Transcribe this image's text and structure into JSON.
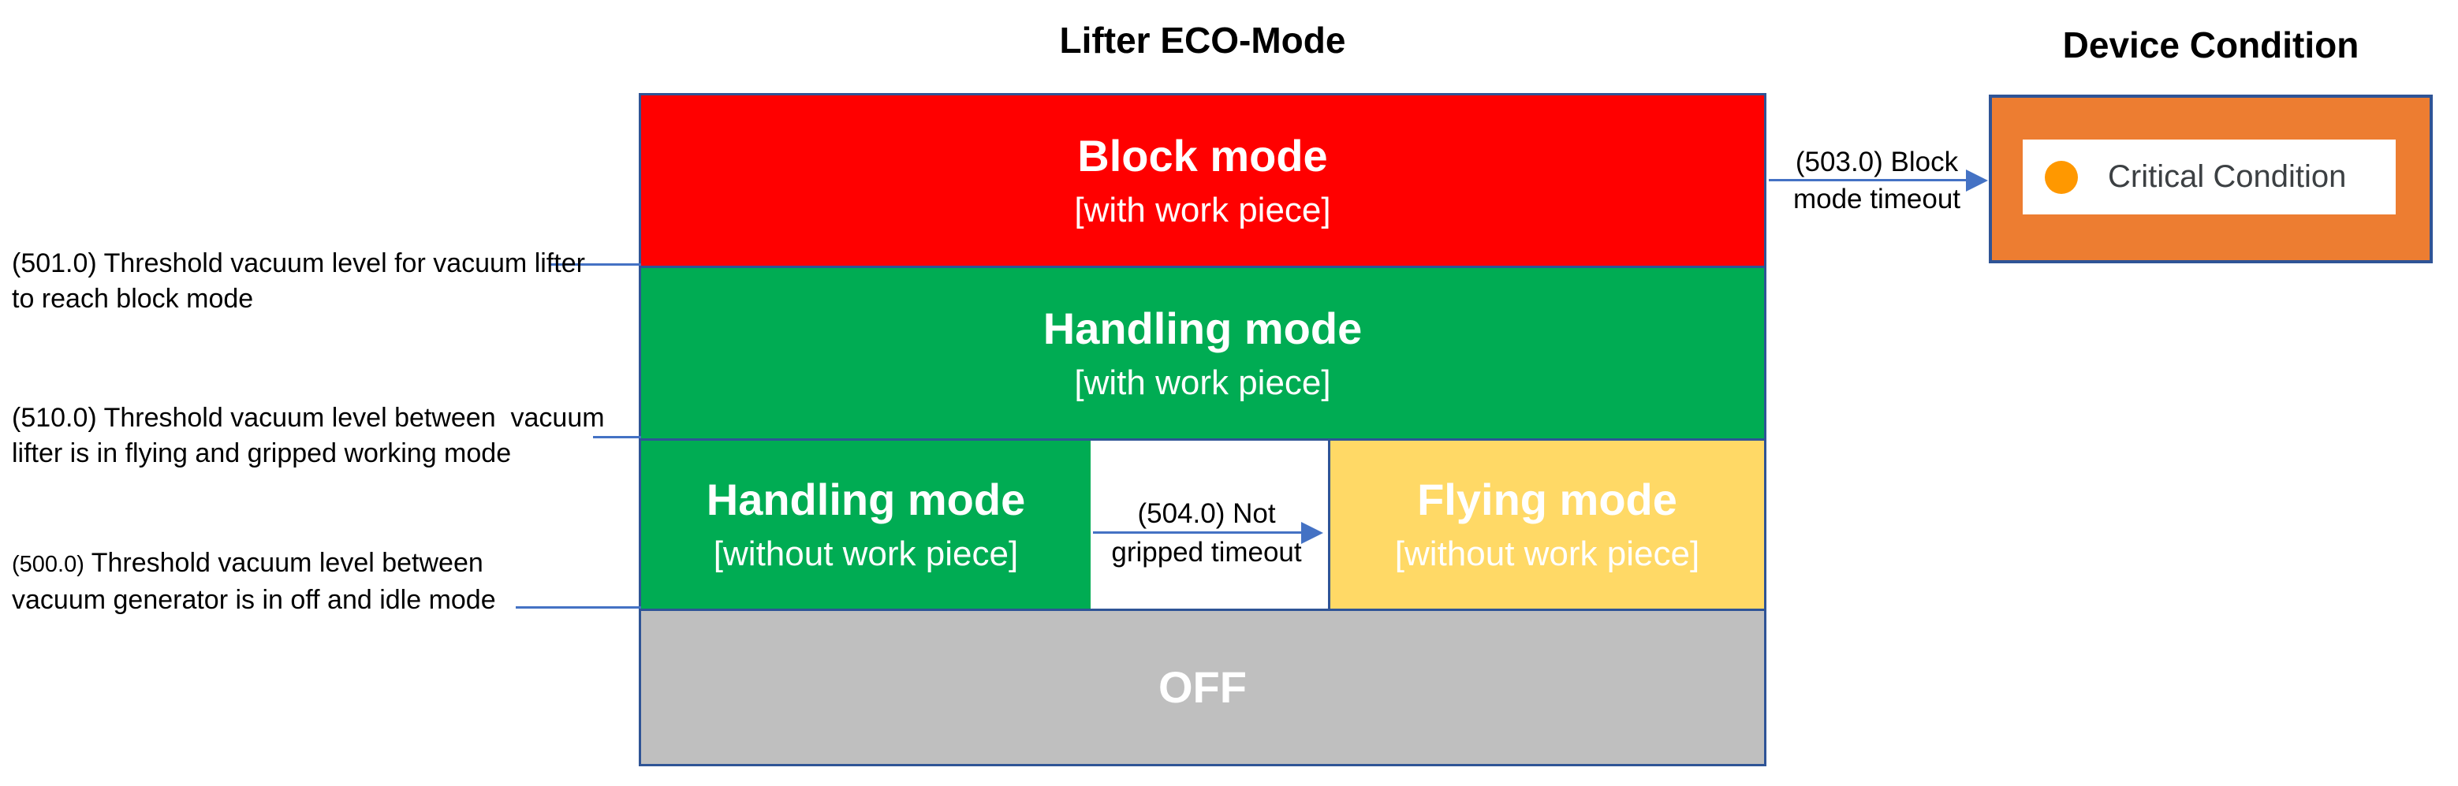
{
  "titles": {
    "main": "Lifter ECO-Mode",
    "device": "Device Condition"
  },
  "colors": {
    "block_mode_red": "#FF0000",
    "handling_green": "#00AC53",
    "flying_yellow": "#FFD966",
    "off_gray": "#BFBFBF",
    "device_box_orange": "#ED7D31",
    "status_dot_orange": "#FF9800",
    "border_blue": "#2F5496",
    "connector_blue": "#4472C4"
  },
  "blocks": {
    "block_mode": {
      "title": "Block mode",
      "subtitle": "[with work piece]"
    },
    "handling_with": {
      "title": "Handling mode",
      "subtitle": "[with work piece]"
    },
    "handling_without": {
      "title": "Handling mode",
      "subtitle": "[without work piece]"
    },
    "flying_mode": {
      "title": "Flying mode",
      "subtitle": "[without work piece]"
    },
    "off": {
      "title": "OFF"
    }
  },
  "transitions": {
    "not_gripped": {
      "line1": "(504.0) Not",
      "line2": "gripped timeout"
    },
    "block_timeout": {
      "line1": "(503.0) Block",
      "line2": "mode timeout"
    }
  },
  "annotations": [
    {
      "prefix": "(501.0)",
      "line1": "Threshold vacuum level for vacuum lifter",
      "line2": "to reach block mode"
    },
    {
      "prefix": "(510.0)",
      "line1": "Threshold vacuum level between  vacuum",
      "line2": "lifter is in flying and gripped working mode"
    },
    {
      "prefix": "(500.0)",
      "line1": "Threshold vacuum level between",
      "line2": "vacuum generator is in off and idle mode"
    }
  ],
  "device_condition": {
    "status_label": "Critical Condition"
  }
}
